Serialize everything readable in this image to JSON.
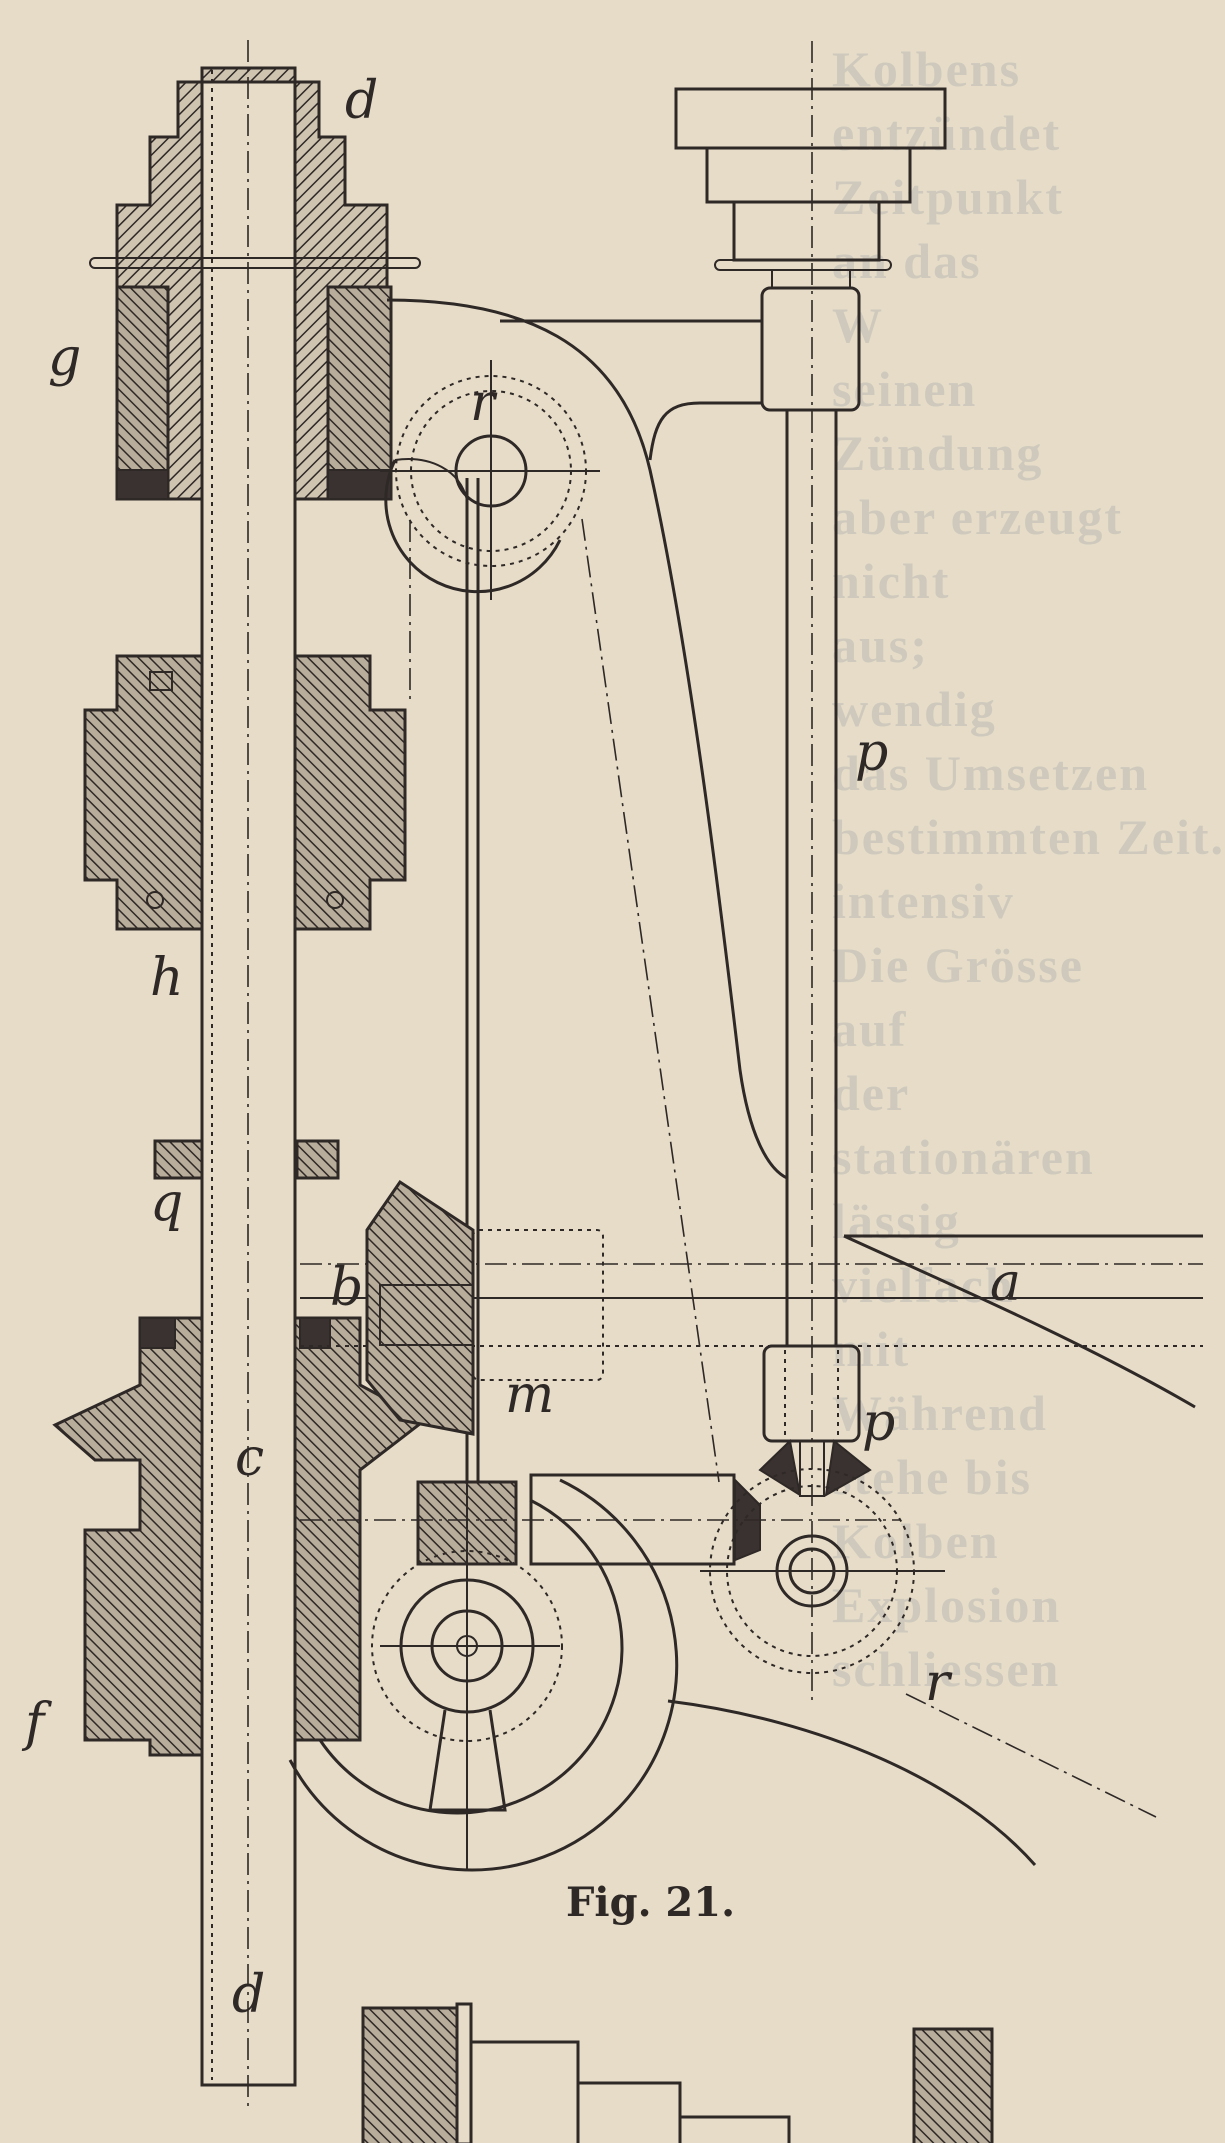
{
  "figure": {
    "caption": "Fig. 21.",
    "labels": {
      "d_top": "d",
      "g": "g",
      "r_top": "r",
      "p_rod": "p",
      "h": "h",
      "q": "q",
      "b": "b",
      "a": "a",
      "m": "m",
      "p_gear": "p",
      "c": "c",
      "f": "f",
      "r_bottom": "r",
      "d_bottom": "d"
    }
  },
  "background_text": [
    "Kolbens",
    "entzündet",
    "Zeitpunkt",
    "an das",
    "W",
    "seinen",
    "Zündung",
    "aber erzeugt",
    "nicht",
    "aus;",
    "wendig",
    "das Umsetzen",
    "bestimmten Zeit.",
    "intensiv",
    "Die Grösse",
    "auf",
    "der",
    "stationären",
    "lässig",
    "vielfach",
    "mit",
    "Während",
    "stehe bis",
    "Kolben",
    "Explosion",
    "schliessen"
  ],
  "colors": {
    "paper": "#e6dcc8",
    "ink": "#2e2826"
  }
}
